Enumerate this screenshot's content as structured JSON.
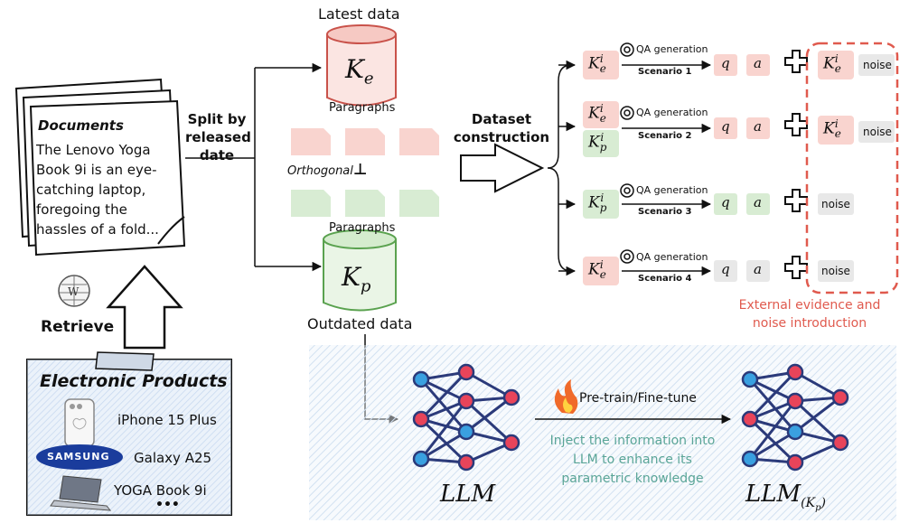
{
  "documents": {
    "title": "Documents",
    "body": "The Lenovo Yoga Book 9i is an eye-catching laptop, foregoing the hassles of a fold..."
  },
  "split_label": "Split by released date",
  "latest_label": "Latest data",
  "outdated_label": "Outdated data",
  "paragraphs_top": "Paragraphs",
  "paragraphs_bottom": "Paragraphs",
  "orthogonal_label": "Orthogonal",
  "orthogonal_symbol": "⊥",
  "ke_base": "K",
  "ke_sub": "e",
  "kp_base": "K",
  "kp_sub": "p",
  "dataset_label": "Dataset construction",
  "retrieve_label": "Retrieve",
  "products": {
    "title": "Electronic Products",
    "items": [
      "iPhone 15 Plus",
      "Galaxy A25",
      "YOGA Book 9i"
    ],
    "brand": "SAMSUNG",
    "more": "•••"
  },
  "scenarios": [
    {
      "qa": "QA generation",
      "name": "Scenario 1",
      "q": "q",
      "a": "a",
      "noise": "noise"
    },
    {
      "qa": "QA generation",
      "name": "Scenario 2",
      "q": "q",
      "a": "a",
      "noise": "noise"
    },
    {
      "qa": "QA generation",
      "name": "Scenario 3",
      "q": "q",
      "a": "a",
      "noise": "noise"
    },
    {
      "qa": "QA generation",
      "name": "Scenario 4",
      "q": "q",
      "a": "a",
      "noise": "noise"
    }
  ],
  "external_label": "External evidence and noise introduction",
  "pretrain_label": "Pre-train/Fine-tune",
  "inject_label": "Inject the information into LLM to enhance its parametric knowledge",
  "llm_label": "LLM",
  "llm_kp_label": "LLM",
  "llm_kp_sub": "(K",
  "llm_kp_subsub": "p",
  "llm_kp_close": ")",
  "colors": {
    "red_fill": "#f9d4cf",
    "green_fill": "#d8ecd3",
    "grey_fill": "#e8e8e8",
    "red_accent": "#e05a4e",
    "teal_text": "#5aa597",
    "node_red": "#e8445a",
    "node_blue": "#3aa0e0",
    "edge_navy": "#2b3a7a"
  }
}
